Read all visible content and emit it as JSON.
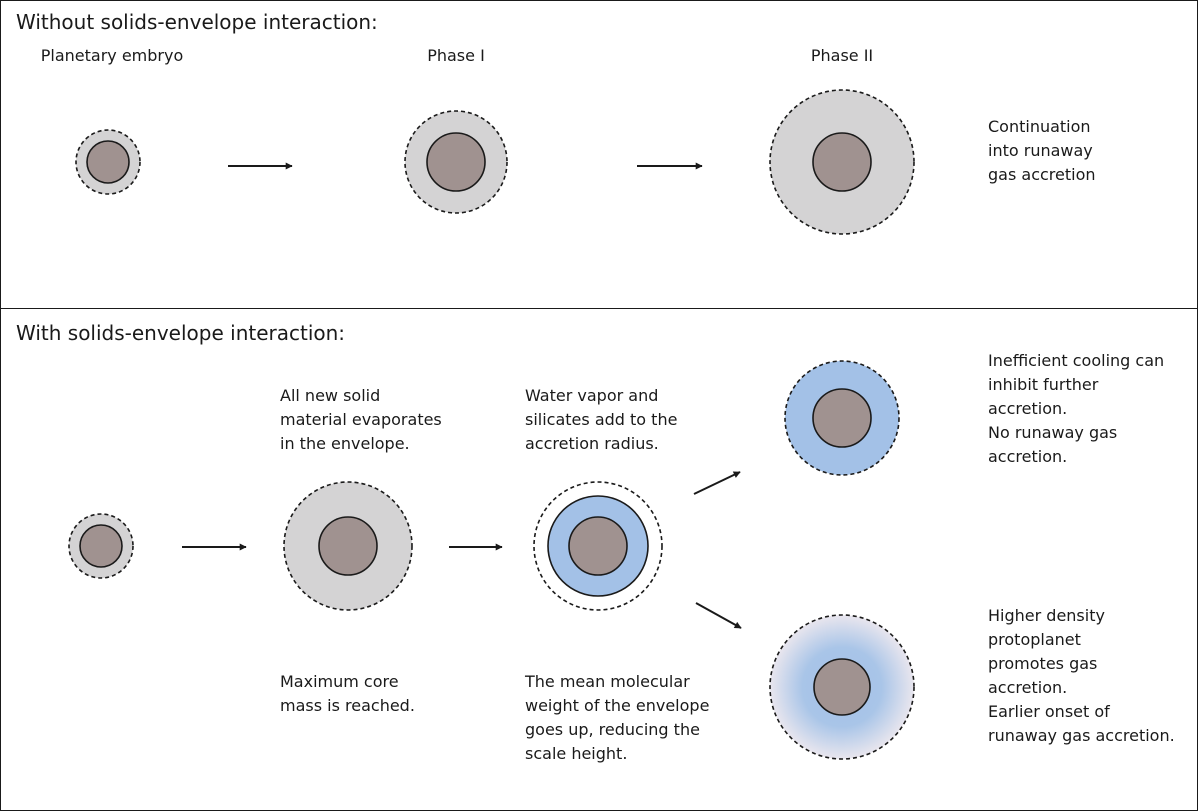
{
  "top_panel": {
    "heading": "Without solids-envelope interaction:",
    "stage_labels": [
      "Planetary embryo",
      "Phase I",
      "Phase II"
    ],
    "outcome": "Continuation\ninto runaway\ngas accretion"
  },
  "bottom_panel": {
    "heading": "With solids-envelope interaction:",
    "upper_notes": [
      "All new solid\nmaterial evaporates\nin the envelope.",
      "Water vapor and\nsilicates add to the\naccretion radius."
    ],
    "lower_notes": [
      "Maximum core\nmass is reached.",
      "The mean molecular\nweight of the envelope\ngoes up, reducing the\nscale height."
    ],
    "outcome_upper": "Inefficient cooling can\ninhibit further\naccretion.\nNo runaway gas\naccretion.",
    "outcome_lower": "Higher density\nprotoplanet\npromotes gas\naccretion.\nEarlier onset of\nrunaway gas accretion."
  },
  "colors": {
    "core": "#a09290",
    "envelope_gas": "#d4d3d4",
    "envelope_enriched": "#a3c1e7",
    "outline": "#1a1a1a"
  }
}
